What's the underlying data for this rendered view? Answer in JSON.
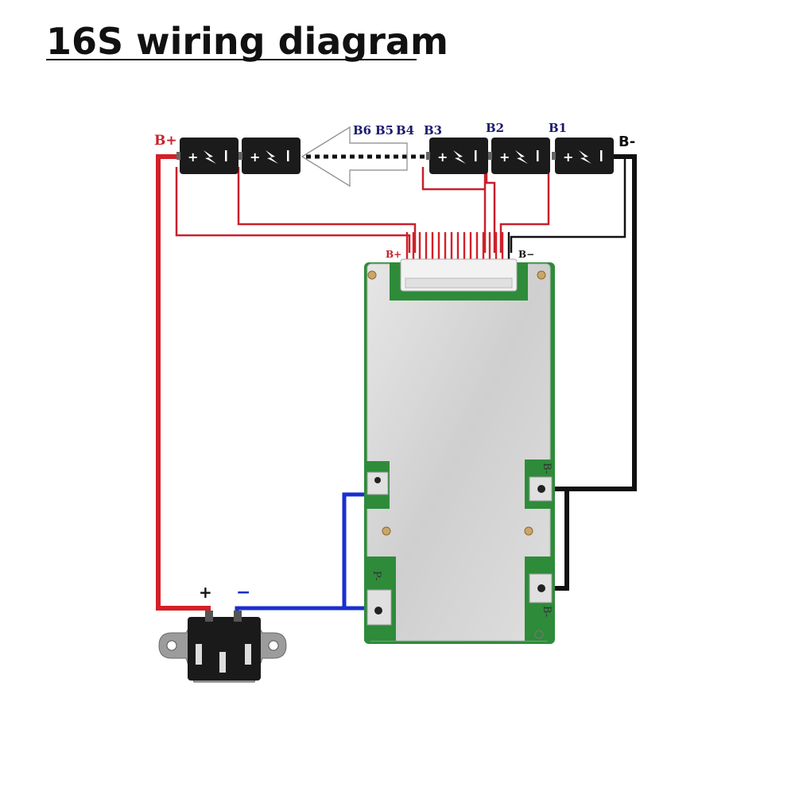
{
  "title": "16S wiring diagram",
  "labels": {
    "b_plus": "B+",
    "b_minus": "B-",
    "b6": "B6",
    "b5": "B5",
    "b4": "B4",
    "b3": "B3",
    "b2": "B2",
    "b1": "B1",
    "conn_b_plus": "B+",
    "conn_b_minus": "B−",
    "pad_b_minus_top": "B-",
    "pad_p": "P-",
    "pad_b_minus_bottom": "B-",
    "socket_plus": "+",
    "socket_minus": "−"
  },
  "colors": {
    "red_wire": "#d42027",
    "black_wire": "#111111",
    "blue_wire": "#1a2fd0",
    "battery": "#1b1b1b",
    "board_metal": "#d4d4d4",
    "pcb_green": "#2e8b3a"
  },
  "icons": [
    "battery-cell-icon",
    "arrow-left-icon",
    "power-socket-icon"
  ]
}
